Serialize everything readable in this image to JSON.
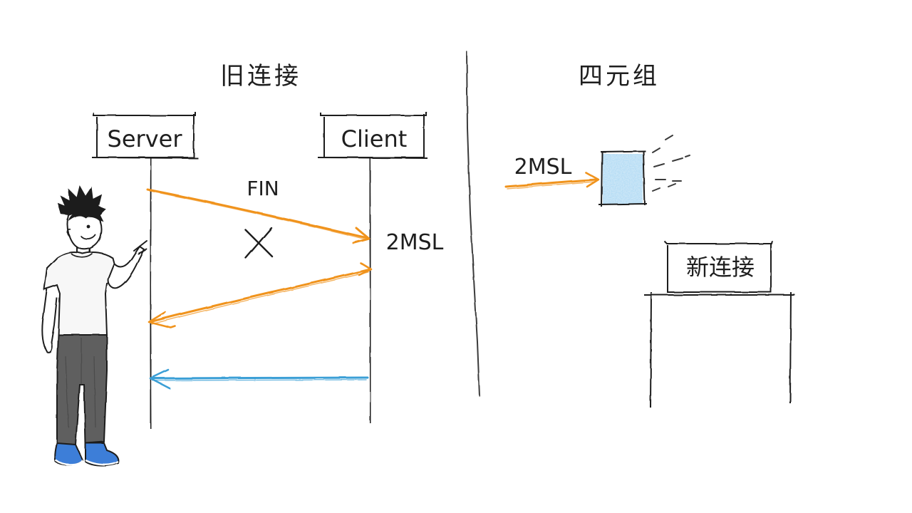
{
  "left_panel": {
    "title": "旧连接",
    "server_label": "Server",
    "client_label": "Client",
    "fin_label": "FIN",
    "timer_label": "2MSL"
  },
  "right_panel": {
    "title": "四元组",
    "timer_label": "2MSL",
    "new_connection_label": "新连接"
  },
  "colors": {
    "ink": "#1e1e1e",
    "fin_arrow": "#f0931f",
    "ack_arrow": "#3a9fd6",
    "tuple_box": "#a9d8f3",
    "shirt": "#f7f7f7",
    "pants": "#5e5e5e",
    "shoes": "#3d7ed8"
  }
}
